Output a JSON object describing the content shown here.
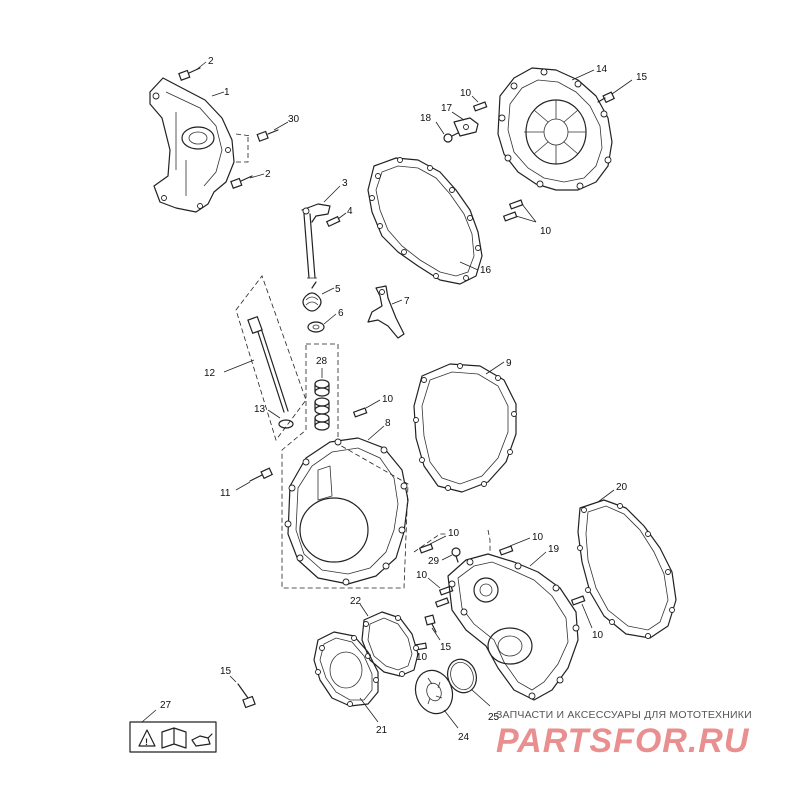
{
  "labels": {
    "p1": "1",
    "p2a": "2",
    "p2b": "2",
    "p3": "3",
    "p4": "4",
    "p5": "5",
    "p6": "6",
    "p7": "7",
    "p8": "8",
    "p9": "9",
    "p10a": "10",
    "p10b": "10",
    "p10c": "10",
    "p10d": "10",
    "p10e": "10",
    "p10f": "10",
    "p10g": "10",
    "p10h": "10",
    "p11": "11",
    "p12": "12",
    "p13": "13",
    "p14": "14",
    "p15a": "15",
    "p15b": "15",
    "p15c": "15",
    "p16": "16",
    "p17": "17",
    "p18": "18",
    "p19": "19",
    "p20": "20",
    "p21": "21",
    "p22": "22",
    "p24": "24",
    "p25": "25",
    "p27": "27",
    "p28": "28",
    "p29": "29",
    "p30": "30"
  },
  "watermark": {
    "tagline": "ЗАПЧАСТИ И АКСЕССУАРЫ ДЛЯ МОТОТЕХНИКИ",
    "logo": "PARTSFOR.RU"
  },
  "colors": {
    "line": "#222222",
    "watermark": "#e98f8f",
    "background": "#ffffff"
  }
}
